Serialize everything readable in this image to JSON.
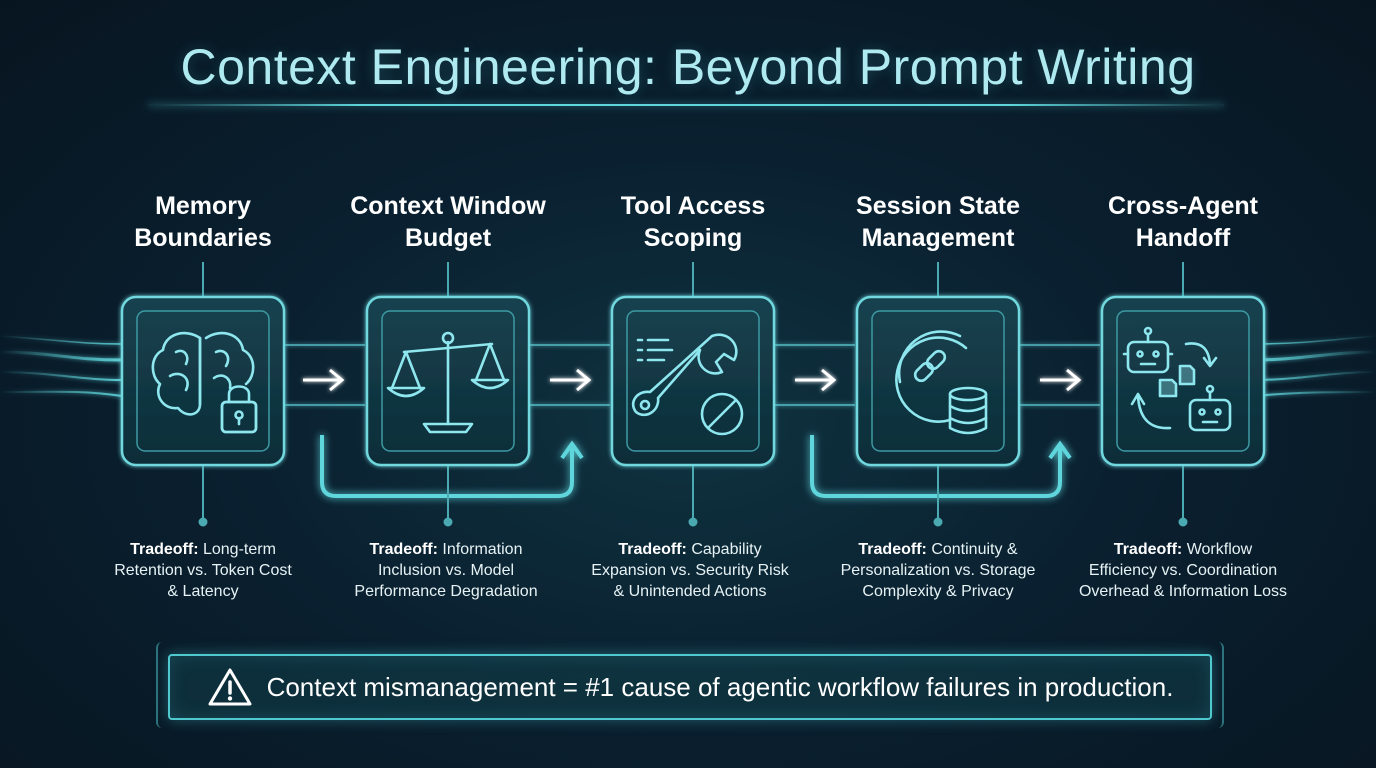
{
  "title": "Context Engineering: Beyond Prompt Writing",
  "steps": [
    {
      "title_lines": [
        "Memory",
        "Boundaries"
      ],
      "icon": "brain-lock-icon",
      "tradeoff_label": "Tradeoff:",
      "tradeoff_lines": [
        "Long-term",
        "Retention vs. Token Cost",
        "& Latency"
      ]
    },
    {
      "title_lines": [
        "Context Window",
        "Budget"
      ],
      "icon": "balance-scale-icon",
      "tradeoff_label": "Tradeoff:",
      "tradeoff_lines": [
        "Information",
        "Inclusion vs. Model",
        "Performance Degradation"
      ]
    },
    {
      "title_lines": [
        "Tool Access",
        "Scoping"
      ],
      "icon": "wrench-block-icon",
      "tradeoff_label": "Tradeoff:",
      "tradeoff_lines": [
        "Capability",
        "Expansion vs. Security Risk",
        "& Unintended Actions"
      ]
    },
    {
      "title_lines": [
        "Session State",
        "Management"
      ],
      "icon": "link-database-icon",
      "tradeoff_label": "Tradeoff:",
      "tradeoff_lines": [
        "Continuity &",
        "Personalization vs. Storage",
        "Complexity & Privacy"
      ]
    },
    {
      "title_lines": [
        "Cross-Agent",
        "Handoff"
      ],
      "icon": "robots-exchange-icon",
      "tradeoff_label": "Tradeoff:",
      "tradeoff_lines": [
        "Workflow",
        "Efficiency vs. Coordination",
        "Overhead & Information Loss"
      ]
    }
  ],
  "callout": {
    "icon": "warning-icon",
    "text": "Context mismanagement = #1 cause of agentic workflow failures in production."
  },
  "colors": {
    "accent": "#5fd6dc",
    "accent_dim": "#2e8c96",
    "panel": "#123845",
    "icon": "#8ee6ee",
    "background": "#0a2030"
  }
}
